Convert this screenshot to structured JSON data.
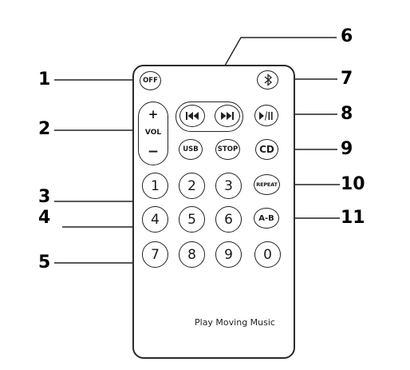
{
  "remote": {
    "brand_text": "Play Moving Music",
    "volume": {
      "plus": "+",
      "label": "VOL",
      "minus": "−"
    },
    "buttons": {
      "off": "OFF",
      "usb": "USB",
      "stop": "STOP",
      "cd": "CD",
      "repeat": "REPEAT",
      "ab": "A-B"
    },
    "numbers": [
      "1",
      "2",
      "3",
      "4",
      "5",
      "6",
      "7",
      "8",
      "9",
      "0"
    ],
    "icons": [
      "previous-icon",
      "next-icon",
      "bluetooth-icon",
      "play-pause-icon"
    ]
  },
  "callouts": [
    "1",
    "2",
    "3",
    "4",
    "5",
    "6",
    "7",
    "8",
    "9",
    "10",
    "11"
  ]
}
